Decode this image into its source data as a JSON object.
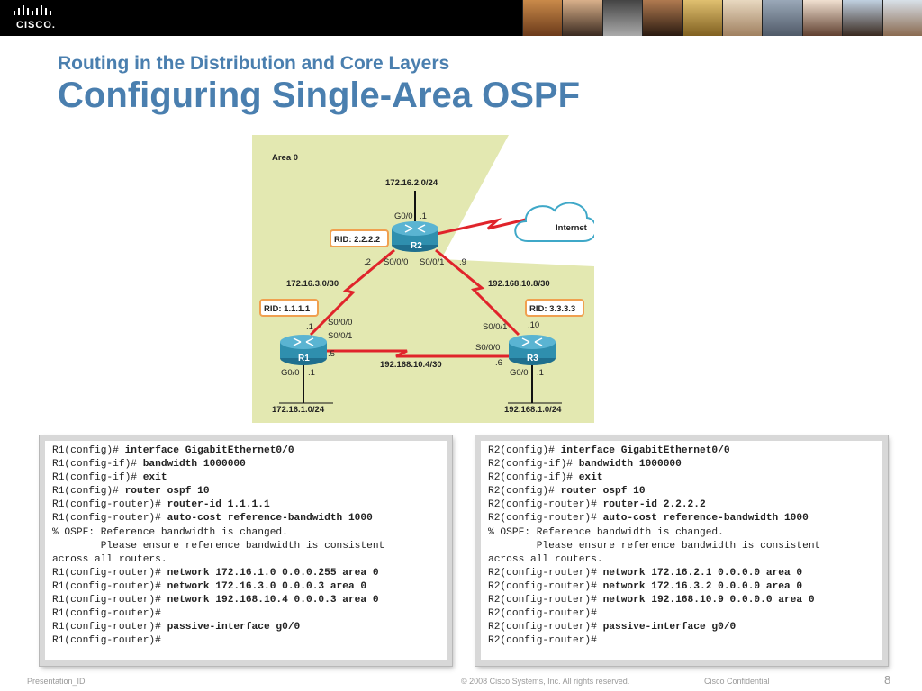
{
  "header": {
    "logo_text": "CISCO."
  },
  "subtitle": "Routing in the Distribution and Core Layers",
  "title": "Configuring Single-Area OSPF",
  "diagram": {
    "area_label": "Area 0",
    "internet_label": "Internet",
    "net_top": "172.16.2.0/24",
    "net_left_link": "172.16.3.0/30",
    "net_right_link": "192.168.10.8/30",
    "net_bottom_link": "192.168.10.4/30",
    "net_r1_lan": "172.16.1.0/24",
    "net_r3_lan": "192.168.1.0/24",
    "r1": {
      "name": "R1",
      "rid": "RID: 1.1.1.1"
    },
    "r2": {
      "name": "R2",
      "rid": "RID: 2.2.2.2"
    },
    "r3": {
      "name": "R3",
      "rid": "RID: 3.3.3.3"
    },
    "labels": {
      "r2_g00": "G0/0",
      "r2_g00_ip": ".1",
      "r2_s000_ip": ".2",
      "r2_s000": "S0/0/0",
      "r2_s001": "S0/0/1",
      "r2_s001_ip": ".9",
      "r1_s000_ip": ".1",
      "r1_s000": "S0/0/0",
      "r1_s001": "S0/0/1",
      "r1_s001_ip": ".5",
      "r1_g00": "G0/0",
      "r1_g00_ip": ".1",
      "r3_s001": "S0/0/1",
      "r3_s001_ip": ".10",
      "r3_s000": "S0/0/0",
      "r3_s000_ip": ".6",
      "r3_g00": "G0/0",
      "r3_g00_ip": ".1"
    }
  },
  "config_r1": [
    {
      "prompt": "R1(config)# ",
      "cmd": "interface GigabitEthernet0/0"
    },
    {
      "prompt": "R1(config-if)# ",
      "cmd": "bandwidth 1000000"
    },
    {
      "prompt": "R1(config-if)# ",
      "cmd": "exit"
    },
    {
      "prompt": "R1(config)# ",
      "cmd": "router ospf 10"
    },
    {
      "prompt": "R1(config-router)# ",
      "cmd": "router-id 1.1.1.1"
    },
    {
      "prompt": "R1(config-router)# ",
      "cmd": "auto-cost reference-bandwidth 1000"
    },
    {
      "prompt": "% OSPF: Reference bandwidth is changed.",
      "cmd": ""
    },
    {
      "prompt": "        Please ensure reference bandwidth is consistent",
      "cmd": ""
    },
    {
      "prompt": "across all routers.",
      "cmd": ""
    },
    {
      "prompt": "R1(config-router)# ",
      "cmd": "network 172.16.1.0 0.0.0.255 area 0"
    },
    {
      "prompt": "R1(config-router)# ",
      "cmd": "network 172.16.3.0 0.0.0.3 area 0"
    },
    {
      "prompt": "R1(config-router)# ",
      "cmd": "network 192.168.10.4 0.0.0.3 area 0"
    },
    {
      "prompt": "R1(config-router)#",
      "cmd": ""
    },
    {
      "prompt": "R1(config-router)# ",
      "cmd": "passive-interface g0/0"
    },
    {
      "prompt": "R1(config-router)#",
      "cmd": ""
    }
  ],
  "config_r2": [
    {
      "prompt": "R2(config)# ",
      "cmd": "interface GigabitEthernet0/0"
    },
    {
      "prompt": "R2(config-if)# ",
      "cmd": "bandwidth 1000000"
    },
    {
      "prompt": "R2(config-if)# ",
      "cmd": "exit"
    },
    {
      "prompt": "R2(config)# ",
      "cmd": "router ospf 10"
    },
    {
      "prompt": "R2(config-router)# ",
      "cmd": "router-id 2.2.2.2"
    },
    {
      "prompt": "R2(config-router)# ",
      "cmd": "auto-cost reference-bandwidth 1000"
    },
    {
      "prompt": "% OSPF: Reference bandwidth is changed.",
      "cmd": ""
    },
    {
      "prompt": "        Please ensure reference bandwidth is consistent",
      "cmd": ""
    },
    {
      "prompt": "across all routers.",
      "cmd": ""
    },
    {
      "prompt": "R2(config-router)# ",
      "cmd": "network 172.16.2.1 0.0.0.0 area 0"
    },
    {
      "prompt": "R2(config-router)# ",
      "cmd": "network 172.16.3.2 0.0.0.0 area 0"
    },
    {
      "prompt": "R2(config-router)# ",
      "cmd": "network 192.168.10.9 0.0.0.0 area 0"
    },
    {
      "prompt": "R2(config-router)#",
      "cmd": ""
    },
    {
      "prompt": "R2(config-router)# ",
      "cmd": "passive-interface g0/0"
    },
    {
      "prompt": "R2(config-router)#",
      "cmd": ""
    }
  ],
  "footer": {
    "presentation_id": "Presentation_ID",
    "copyright": "© 2008 Cisco Systems, Inc. All rights reserved.",
    "confidential": "Cisco Confidential",
    "page_number": "8"
  },
  "colors": {
    "title": "#4a7faf",
    "area_fill": "#e3e8b1",
    "link_red": "#e0242b",
    "rid_border": "#f0a050",
    "router_body": "#2f8fae"
  }
}
